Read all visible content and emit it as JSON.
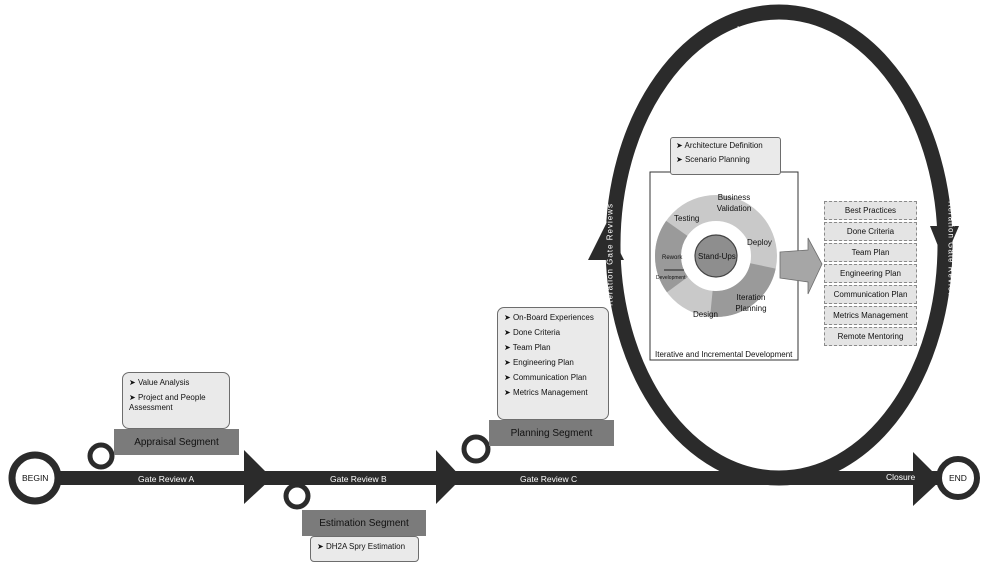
{
  "timeline": {
    "begin": "BEGIN",
    "end": "END",
    "gates": [
      "Gate Review A",
      "Gate Review B",
      "Gate Review C"
    ],
    "closure": "Closure"
  },
  "segments": {
    "appraisal": {
      "label": "Appraisal Segment",
      "items": [
        "Value Analysis",
        "Project and People Assessment"
      ]
    },
    "estimation": {
      "label": "Estimation Segment",
      "items": [
        "DH2A Spry Estimation"
      ]
    },
    "planning": {
      "label": "Planning Segment",
      "items": [
        "On-Board Experiences",
        "Done Criteria",
        "Team Plan",
        "Engineering Plan",
        "Communication Plan",
        "Metrics Management"
      ]
    }
  },
  "iteration": {
    "loop_top_label": "Iteration Gate Reviews",
    "loop_left_label": "Iteration Gate Reviews",
    "loop_right_label": "Iteration Gate Reviews",
    "top_box": [
      "Architecture Definition",
      "Scenario Planning"
    ],
    "cycle_center": "Stand-Ups",
    "cycle_steps": {
      "business_validation": "Business Validation",
      "deploy": "Deploy",
      "iteration_planning": "Iteration Planning",
      "design": "Design",
      "testing": "Testing",
      "rework": "Rework",
      "development": "Development"
    },
    "panel_caption": "Iterative and Incremental Development",
    "practices": [
      "Best Practices",
      "Done Criteria",
      "Team Plan",
      "Engineering Plan",
      "Communication Plan",
      "Metrics Management",
      "Remote Mentoring"
    ]
  }
}
